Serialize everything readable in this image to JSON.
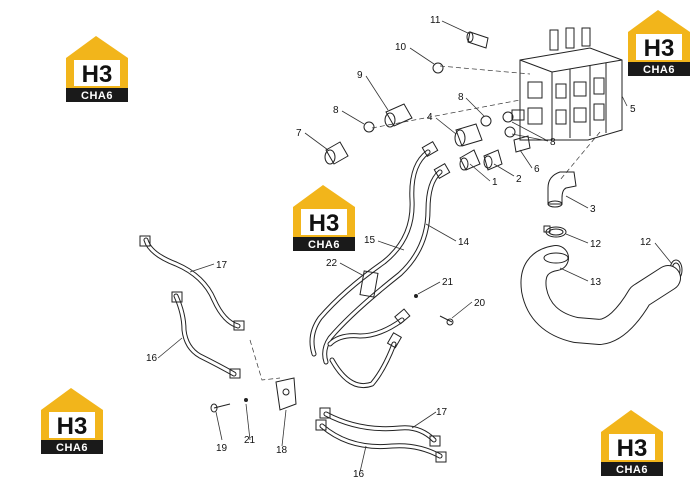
{
  "logo": {
    "main": "H3",
    "sub": "CHA6",
    "yellow": "#f2b51b",
    "dark": "#1a1a1a"
  },
  "labels": {
    "n1": "1",
    "n2": "2",
    "n3": "3",
    "n4": "4",
    "n5": "5",
    "n6": "6",
    "n7": "7",
    "n8a": "8",
    "n8b": "8",
    "n8c": "8",
    "n9": "9",
    "n10": "10",
    "n11": "11",
    "n12a": "12",
    "n12b": "12",
    "n13": "13",
    "n14": "14",
    "n15": "15",
    "n16a": "16",
    "n16b": "16",
    "n17a": "17",
    "n17b": "17",
    "n18": "18",
    "n19": "19",
    "n20": "20",
    "n21a": "21",
    "n21b": "21",
    "n22": "22"
  }
}
